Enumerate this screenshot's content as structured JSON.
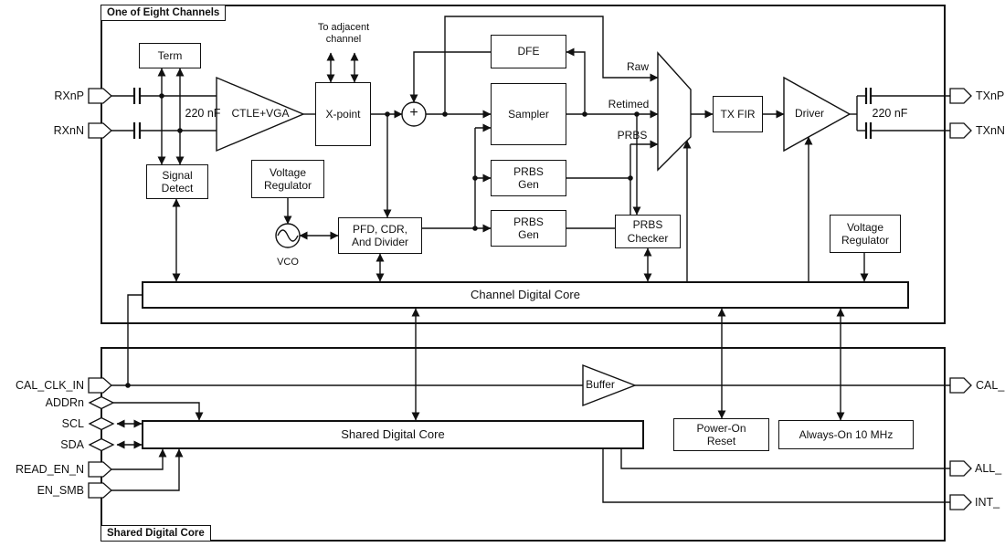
{
  "channel": {
    "title": "One of Eight Channels",
    "inputs": {
      "rxp": "RXnP",
      "rxn": "RXnN"
    },
    "outputs": {
      "txp": "TXnP",
      "txn": "TXnN"
    },
    "cap_left": "220 nF",
    "cap_right": "220 nF",
    "blocks": {
      "term": "Term",
      "signal_detect": "Signal\nDetect",
      "ctle": "CTLE+VGA",
      "xpoint": "X-point",
      "sum": "+",
      "dfe": "DFE",
      "sampler": "Sampler",
      "prbs_gen1": "PRBS\nGen",
      "prbs_gen2": "PRBS\nGen",
      "vreg_left": "Voltage\nRegulator",
      "vco": "VCO",
      "pfd": "PFD, CDR,\nAnd Divider",
      "prbs_checker": "PRBS\nChecker",
      "tx_fir": "TX FIR",
      "driver": "Driver",
      "vreg_right": "Voltage\nRegulator",
      "digital_core": "Channel Digital Core"
    },
    "annotations": {
      "to_adjacent": "To adjacent\nchannel",
      "raw": "Raw",
      "retimed": "Retimed",
      "prbs": "PRBS"
    }
  },
  "shared": {
    "title": "Shared Digital Core",
    "blocks": {
      "buffer": "Buffer",
      "digital_core": "Shared Digital Core",
      "power_on_reset": "Power-On\nReset",
      "always_on": "Always-On 10 MHz"
    },
    "inputs": {
      "cal_clk_in": "CAL_CLK_IN",
      "addrn": "ADDRn",
      "scl": "SCL",
      "sda": "SDA",
      "read_en_n": "READ_EN_N",
      "en_smb": "EN_SMB"
    },
    "outputs": {
      "cal": "CAL_",
      "all": "ALL_",
      "int": "INT_"
    }
  },
  "colors": {
    "line": "#111111",
    "background": "#ffffff"
  }
}
